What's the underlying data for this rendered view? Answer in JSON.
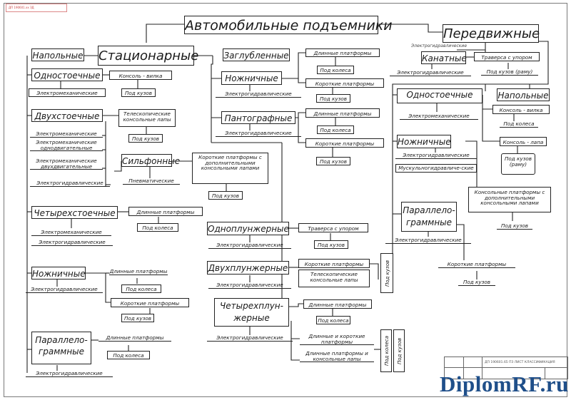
{
  "sheet": {
    "corner_tag": "ДП 190601.xx ЗД",
    "title_block": "ДП 190601.65 ПЗ ЛИСТ КЛАССИФИКАЦИЯ",
    "watermark": "DiplomRF.ru"
  },
  "nodes": {
    "root": "Автомобильные подъемники",
    "mobile": "Передвижные",
    "stationary": "Стационарные",
    "floor": "Напольные",
    "recessed": "Заглубленные",
    "single_post": "Одностоечные",
    "single_post_f1": "Консоль - вилка",
    "single_post_f2": "Под кузов",
    "single_post_d1": "Электромеханические",
    "two_post": "Двухстоечные",
    "two_post_f1": "Телескопические консольные лапы",
    "two_post_f2": "Под кузов",
    "two_post_d1": "Электромеханические",
    "two_post_d2": "Электромеханические однодвигательные",
    "two_post_d3": "Электромеханические двухдвигательные",
    "two_post_d4": "Электрогидравлические",
    "bellows": "Сильфонные",
    "bellows_d1": "Пневматические",
    "bellows_f1": "Короткие платформы с дополнительными консольными лапами",
    "bellows_f2": "Под кузов",
    "four_post": "Четырехстоечные",
    "four_post_f1": "Длинные платформы",
    "four_post_f2": "Под колеса",
    "four_post_d1": "Электромеханические",
    "four_post_d2": "Электрогидравлические",
    "scissor_floor": "Ножничные",
    "scissor_floor_d1": "Электрогидравлические",
    "scissor_floor_f1": "Длинные платформы",
    "scissor_floor_f2": "Под колеса",
    "scissor_floor_f3": "Короткие платформы",
    "scissor_floor_f4": "Под кузов",
    "parallel_floor": "Параллело-граммные",
    "parallel_floor_f1": "Длинные платформы",
    "parallel_floor_f2": "Под колеса",
    "parallel_floor_d1": "Электрогидравлические",
    "scissor_rec": "Ножничные",
    "scissor_rec_d1": "Электрогидравлические",
    "scissor_rec_f1": "Длинные платформы",
    "scissor_rec_f2": "Под колеса",
    "scissor_rec_f3": "Короткие платформы",
    "scissor_rec_f4": "Под кузов",
    "panto": "Пантографные",
    "panto_d1": "Электрогидравлические",
    "panto_f1": "Длинные платформы",
    "panto_f2": "Под колеса",
    "panto_f3": "Короткие платформы",
    "panto_f4": "Под кузов",
    "one_plunger": "Одноплунжерные",
    "one_plunger_f1": "Траверса с упором",
    "one_plunger_f2": "Под кузов",
    "one_plunger_d1": "Электрогидравлические",
    "two_plunger": "Двухплунжерные",
    "two_plunger_f1": "Короткие платформы",
    "two_plunger_f2": "Телескопические консольные лапы",
    "two_plunger_v": "Под кузов",
    "two_plunger_d1": "Электрогидравлические",
    "four_plunger": "Четырехплун-жерные",
    "four_plunger_f1": "Длинные платформы",
    "four_plunger_f2": "Под колеса",
    "four_plunger_f3": "Длинные и короткие платформы",
    "four_plunger_f4": "Длинные платформы и консольные лапы",
    "four_plunger_v1": "Под колеса",
    "four_plunger_v2": "Под кузов",
    "four_plunger_d1": "Электрогидравлические",
    "crane": "Канатные",
    "crane_sub": "Электрогидравлические",
    "crane_d1": "Электрогидравлические",
    "crane_f1": "Траверса с упором",
    "crane_f2": "Под кузов (раму)",
    "mob_floor": "Напольные",
    "mob_single": "Одностоечные",
    "mob_single_d1": "Электромеханические",
    "mob_single_f1": "Консоль - вилка",
    "mob_single_f2": "Под колеса",
    "mob_single_f3": "Консоль - лапа",
    "mob_single_f4": "Под кузов (раму)",
    "mob_scissor": "Ножничные",
    "mob_scissor_d1": "Электрогидравлические",
    "mob_scissor_d2": "Мускульногидравличе-ские",
    "mob_scissor_f1": "Консольные платформы с дополнительными консольными лапами",
    "mob_scissor_f2": "Под кузов",
    "mob_parallel": "Параллело-граммные",
    "mob_parallel_d1": "Электрогидравлические",
    "mob_parallel_f1": "Короткие платформы",
    "mob_parallel_f2": "Под кузов"
  }
}
